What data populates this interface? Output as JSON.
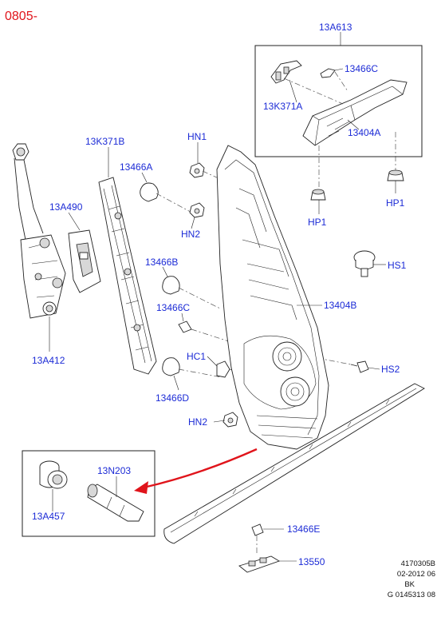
{
  "header": {
    "code": "0805-"
  },
  "colors": {
    "label": "#1c2bd6",
    "code": "#e0141b",
    "arrow": "#e0141b"
  },
  "labels": {
    "l13A613": "13A613",
    "l13466C_top": "13466C",
    "l13K371A": "13K371A",
    "l13404A": "13404A",
    "l13K371B": "13K371B",
    "lHN1": "HN1",
    "l13466A": "13466A",
    "l13A490": "13A490",
    "lHN2_top": "HN2",
    "lHP1_left": "HP1",
    "lHP1_right": "HP1",
    "lHS1": "HS1",
    "l13466B": "13466B",
    "l13466C_mid": "13466C",
    "l13404B": "13404B",
    "l13A412": "13A412",
    "lHC1": "HC1",
    "lHS2": "HS2",
    "l13466D": "13466D",
    "lHN2_bot": "HN2",
    "l13N203": "13N203",
    "l13A457": "13A457",
    "l13466E": "13466E",
    "l13550": "13550"
  },
  "footer": {
    "line1": "4170305B",
    "line2": "02-2012 06",
    "line3": "BK",
    "line4": "G 0145313 08"
  }
}
